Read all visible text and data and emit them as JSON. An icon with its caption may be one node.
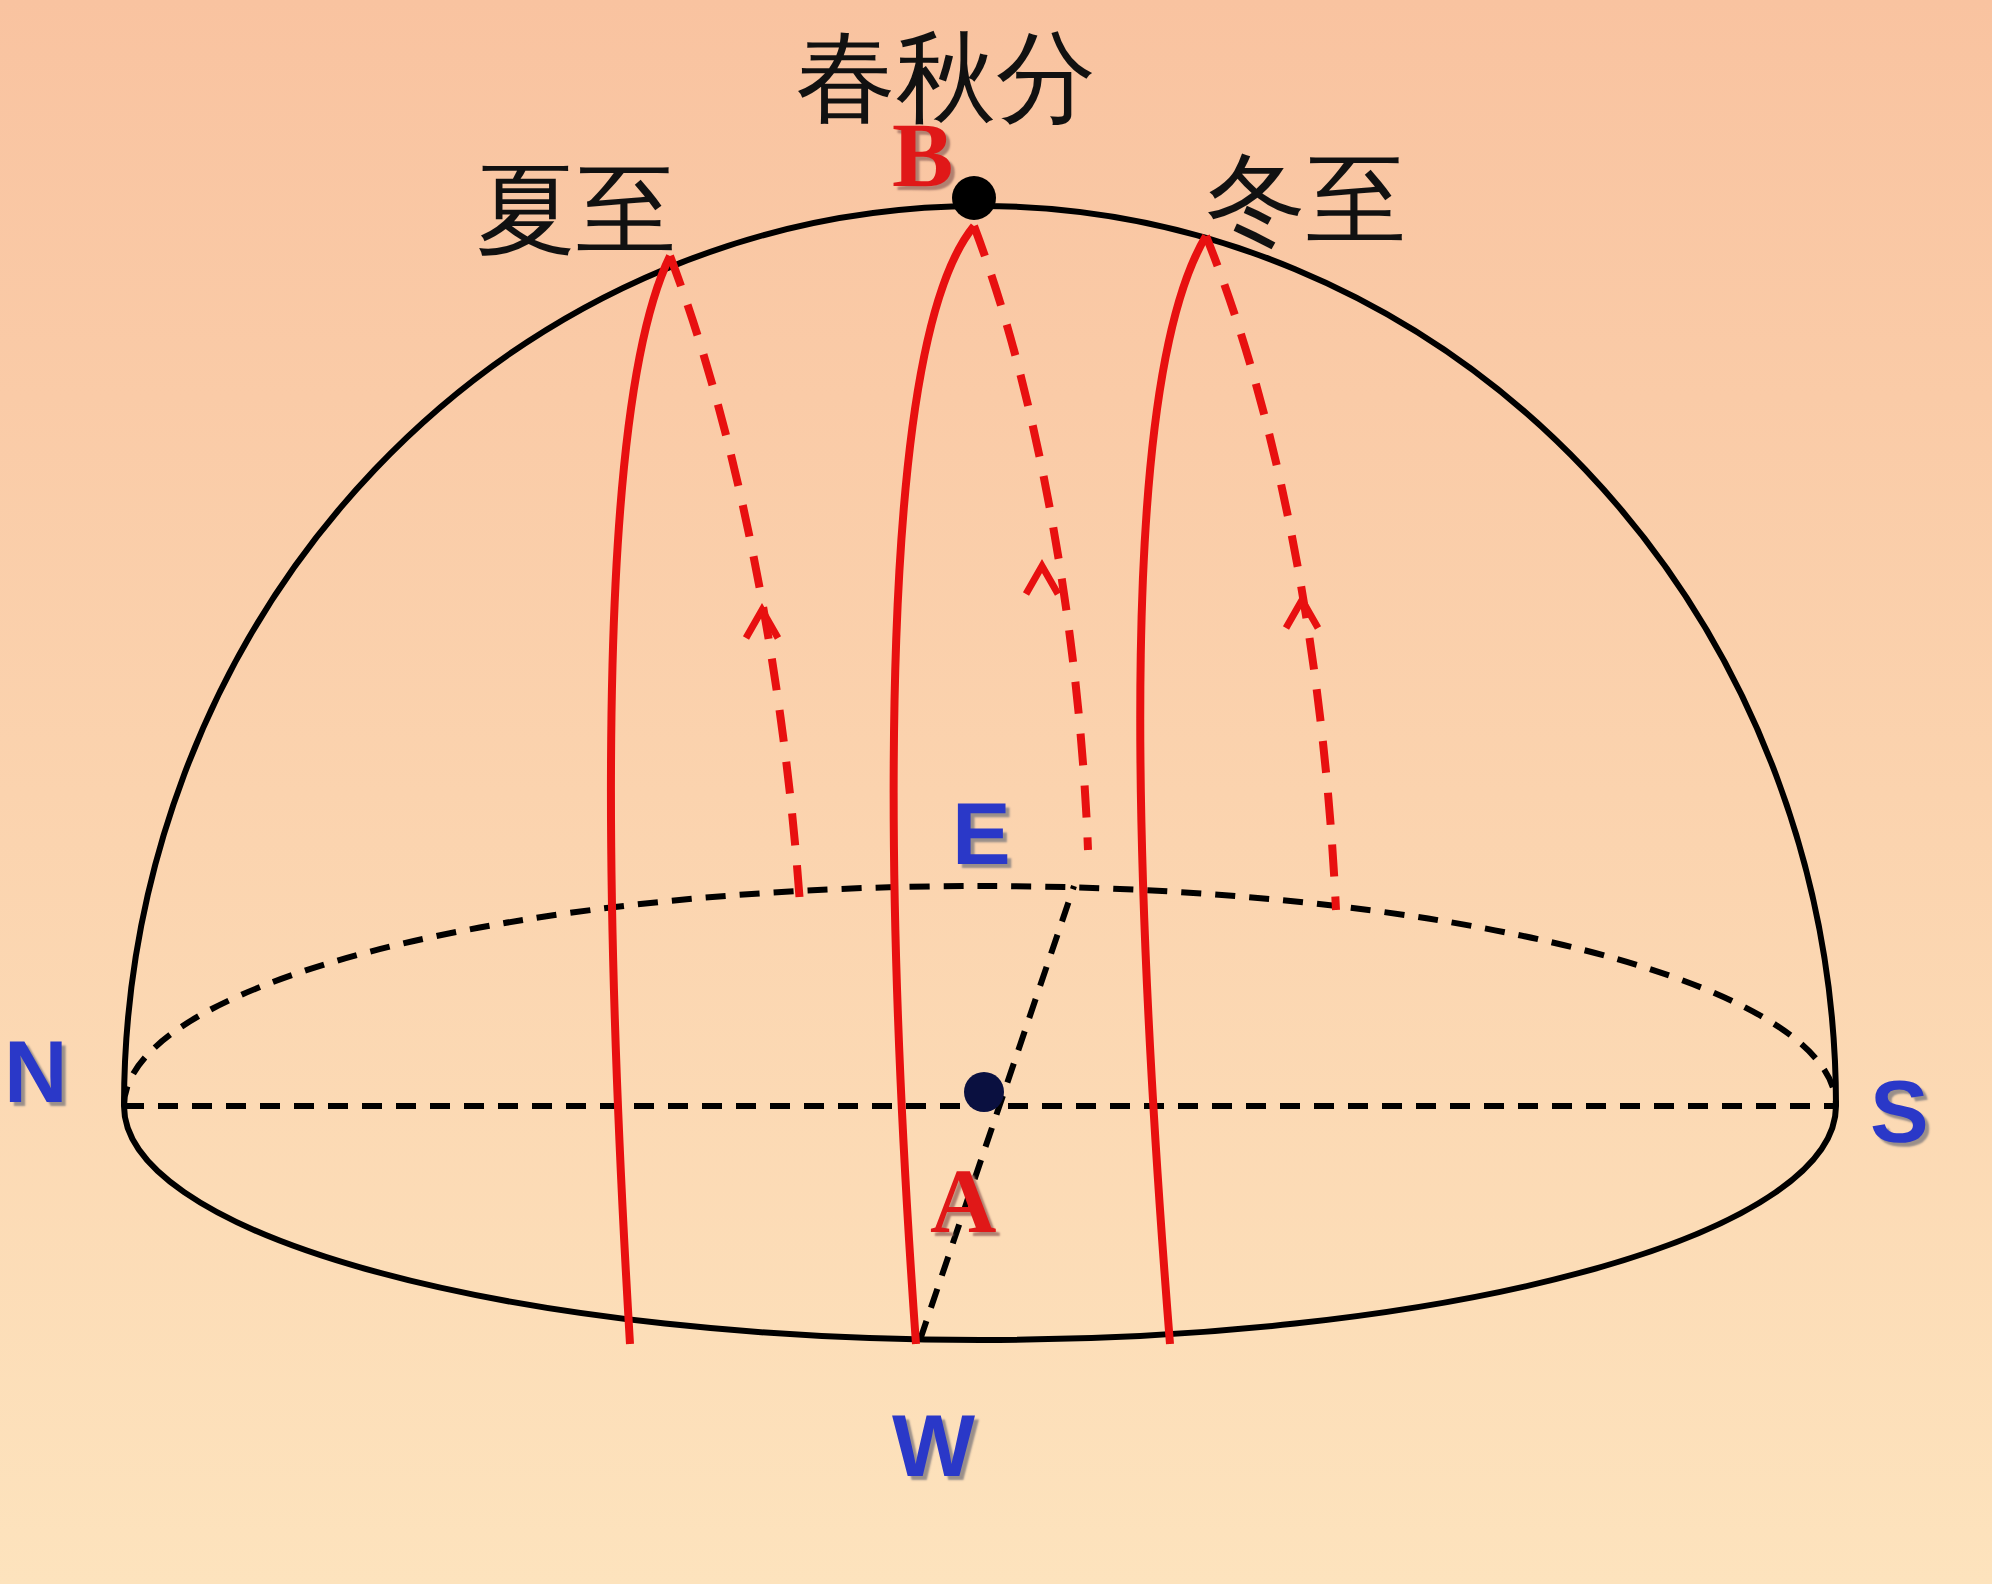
{
  "diagram": {
    "labels": [
      "春秋分",
      "B",
      "夏至",
      "冬至",
      "E",
      "N",
      "S",
      "A",
      "W"
    ]
  }
}
